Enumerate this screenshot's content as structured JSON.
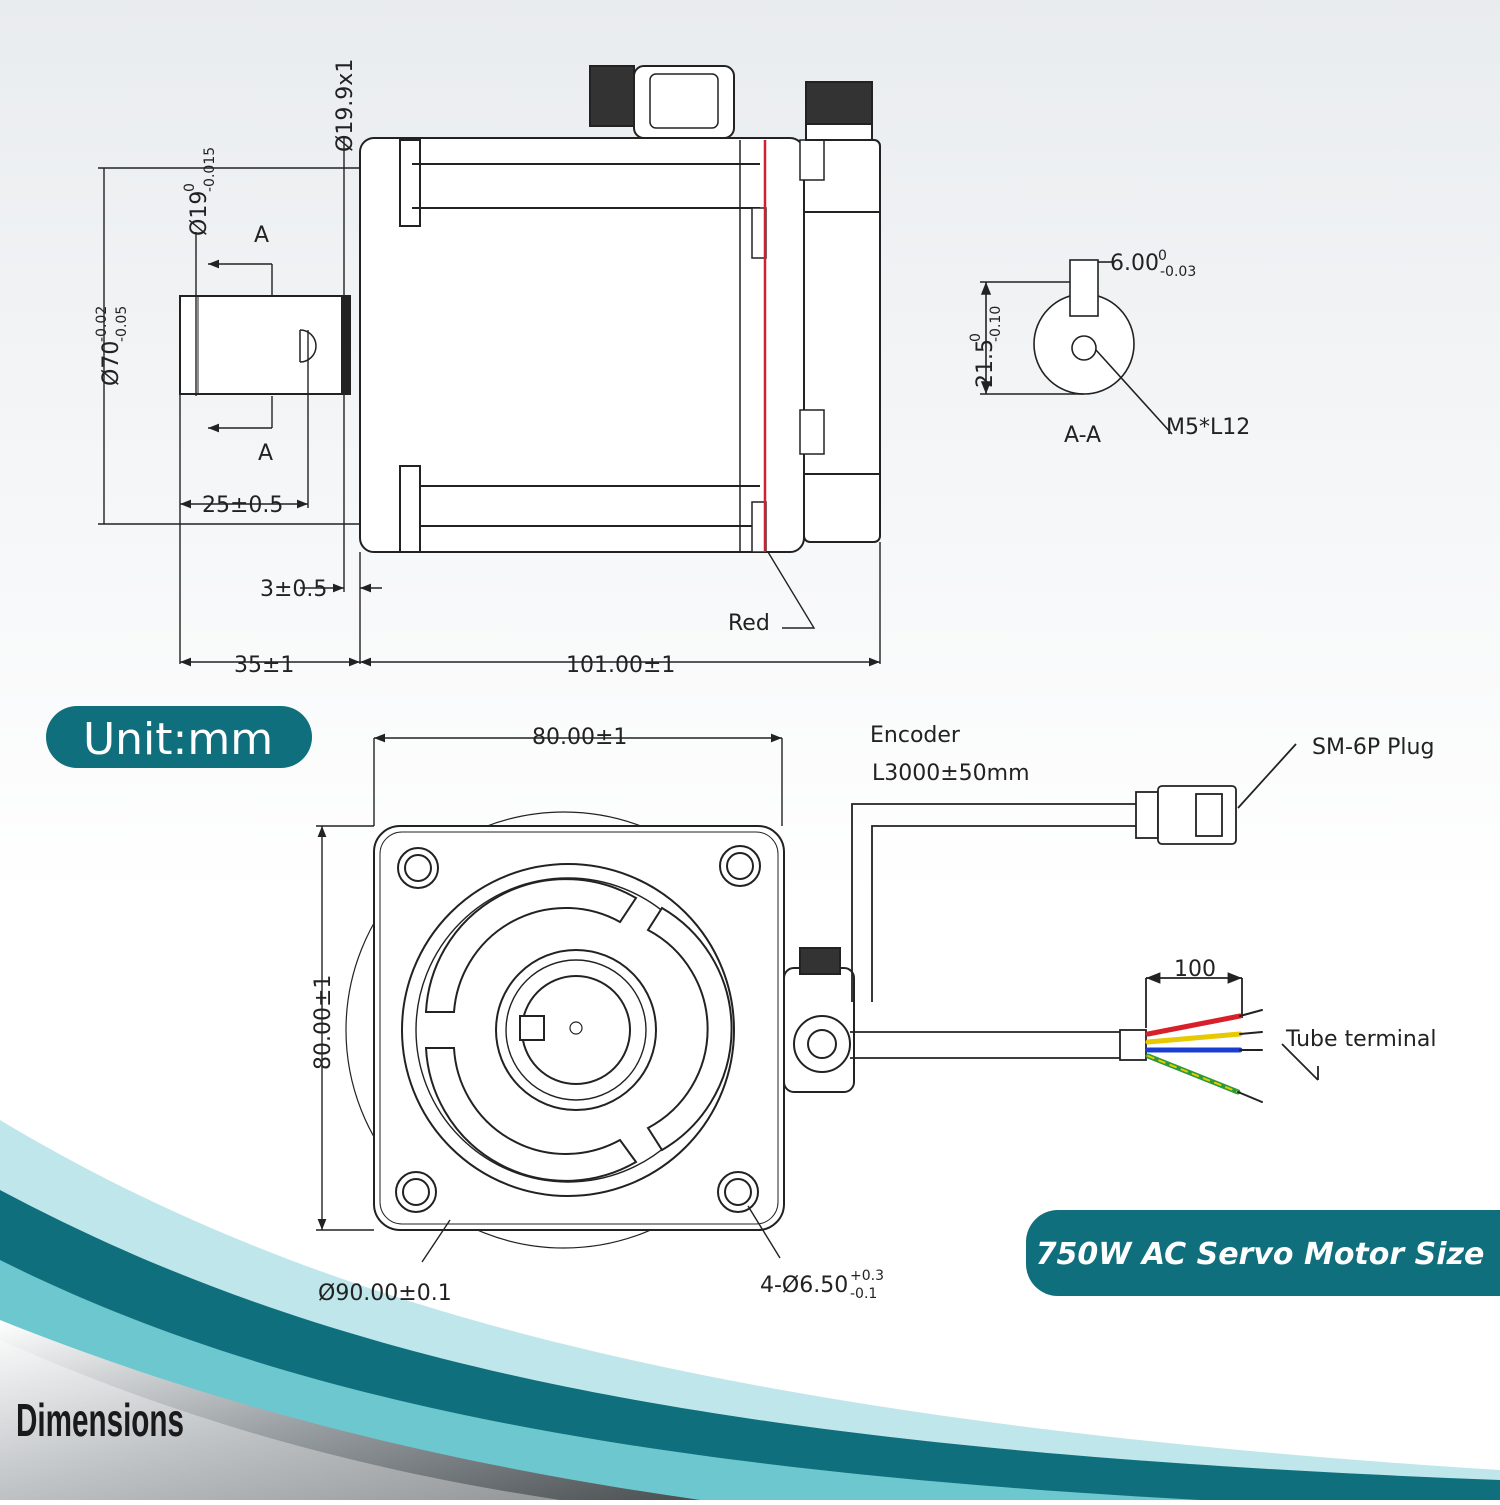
{
  "colors": {
    "teal": "#0f6f7c",
    "teal_light": "#bfe6ea",
    "line": "#222222",
    "red_line": "#cc2233",
    "wire_red": "#d8202a",
    "wire_yellow": "#e8c800",
    "wire_blue": "#1a3fd0",
    "wire_green": "#2a9a3a"
  },
  "labels": {
    "unit": "Unit:mm",
    "title": "750W AC Servo Motor Size",
    "section": "Dimensions"
  },
  "side_view": {
    "shaft_dia": "Ø19.9x1",
    "shaft_tol_base": "Ø19",
    "shaft_tol_sup": "0",
    "shaft_tol_sub": "-0.015",
    "flange_dia_base": "Ø70",
    "flange_dia_sup": "-0.02",
    "flange_dia_sub": "-0.05",
    "section_a": "A",
    "key_len": "25±0.5",
    "pilot_len": "3±0.5",
    "shaft_len": "35±1",
    "body_len": "101.00±1",
    "red_label": "Red"
  },
  "section_view": {
    "key_width_base": "6.00",
    "key_width_sup": "0",
    "key_width_sub": "-0.03",
    "height_base": "21.5",
    "height_sup": "0",
    "height_sub": "-0.10",
    "title": "A-A",
    "thread": "M5*L12"
  },
  "front_view": {
    "width": "80.00±1",
    "height": "80.00±1",
    "pcd": "Ø90.00±0.1",
    "holes_base": "4-Ø6.50",
    "holes_sup": "+0.3",
    "holes_sub": "-0.1",
    "encoder": "Encoder",
    "cable_len": "L3000±50mm",
    "plug": "SM-6P  Plug",
    "lead_len": "100",
    "tube": "Tube terminal"
  }
}
